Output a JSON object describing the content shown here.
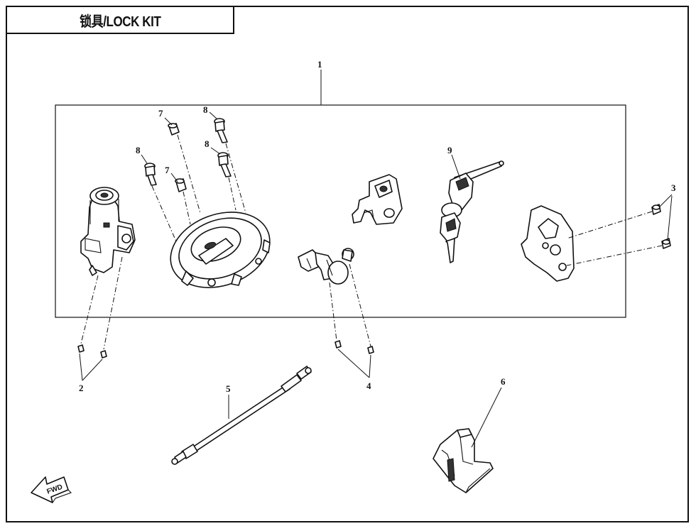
{
  "title": "锁具/LOCK KIT",
  "fwd_label": "FWD",
  "callouts": [
    {
      "id": "1",
      "label": "1"
    },
    {
      "id": "2",
      "label": "2"
    },
    {
      "id": "3",
      "label": "3"
    },
    {
      "id": "4",
      "label": "4"
    },
    {
      "id": "5",
      "label": "5"
    },
    {
      "id": "6",
      "label": "6"
    },
    {
      "id": "7a",
      "label": "7"
    },
    {
      "id": "7b",
      "label": "7"
    },
    {
      "id": "8a",
      "label": "8"
    },
    {
      "id": "8b",
      "label": "8"
    },
    {
      "id": "8c",
      "label": "8"
    },
    {
      "id": "9",
      "label": "9"
    }
  ]
}
